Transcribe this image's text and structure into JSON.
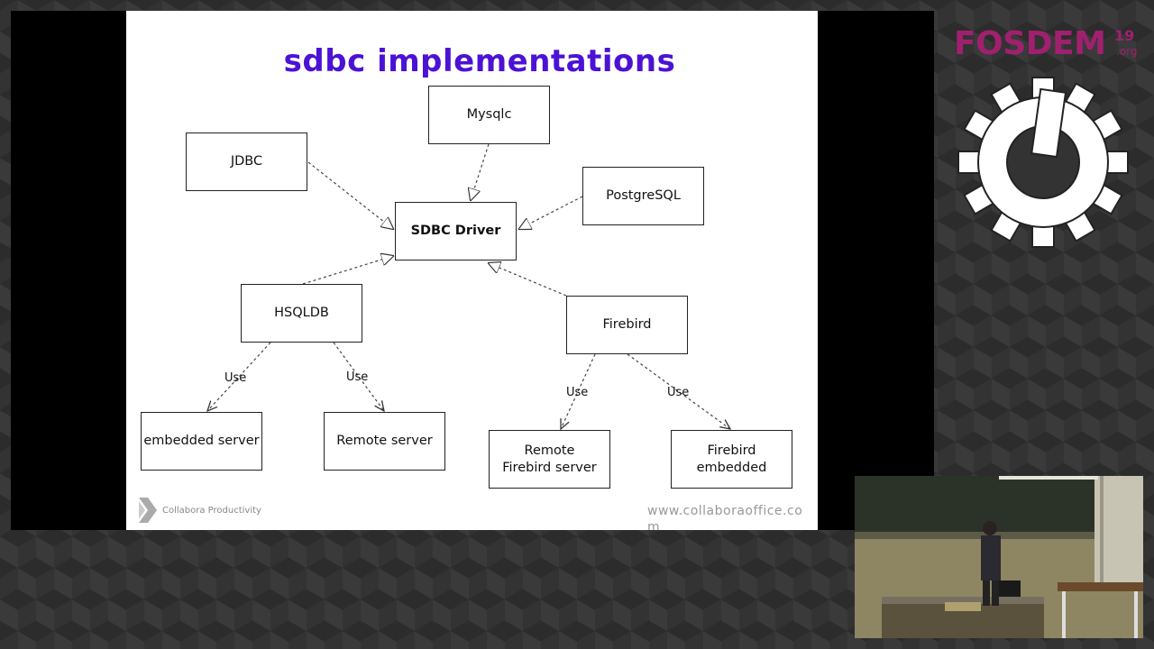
{
  "slide": {
    "title": "sdbc implementations",
    "nodes": {
      "jdbc": "JDBC",
      "mysqlc": "Mysqlc",
      "postgresql": "PostgreSQL",
      "sdbc_driver": "SDBC Driver",
      "hsqldb": "HSQLDB",
      "firebird": "Firebird",
      "embedded_server": "embedded server",
      "remote_server": "Remote server",
      "remote_firebird_server": "Remote Firebird server",
      "firebird_embedded": "Firebird embedded"
    },
    "edge_labels": {
      "hsqldb_embedded": "Use",
      "hsqldb_remote": "Use",
      "firebird_remote": "Use",
      "firebird_embedded": "Use"
    },
    "footer_brand": "Collabora Productivity",
    "footer_url": "www.collaboraoffice.com"
  },
  "branding": {
    "name": "FOSDEM",
    "edition": "19",
    "tld": ".org",
    "color": "#a0206f"
  },
  "colors": {
    "title": "#4b12d6",
    "background": "#333333"
  }
}
